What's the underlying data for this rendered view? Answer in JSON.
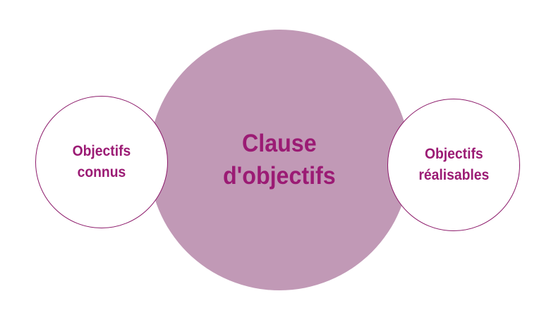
{
  "diagram": {
    "center": {
      "label": "Clause\nd'objectifs"
    },
    "left": {
      "label": "Objectifs\nconnus"
    },
    "right": {
      "label": "Objectifs\nréalisables"
    },
    "colors": {
      "center_fill": "#c199b6",
      "side_fill": "#ffffff",
      "outline": "#8c1a6a",
      "text": "#9b1b74"
    }
  }
}
